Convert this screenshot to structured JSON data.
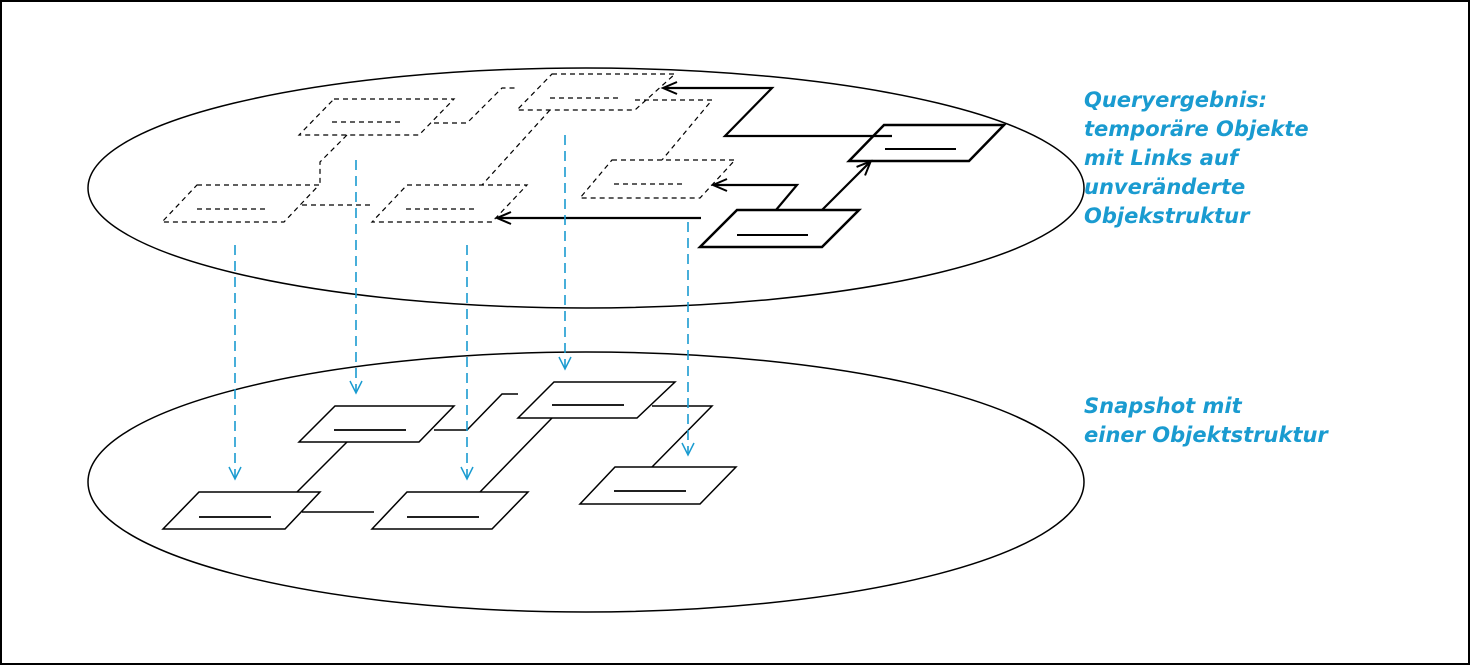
{
  "labels": {
    "query_result": [
      "Queryergebnis:",
      "temporäre Objekte",
      "mit Links auf",
      "unveränderte",
      "Objekstruktur"
    ],
    "snapshot": [
      "Snapshot mit",
      "einer Objektstruktur"
    ]
  },
  "colors": {
    "label": "#1a9bd0",
    "mapping_arrow": "#1a9bd0",
    "line": "#000000",
    "frame": "#000000"
  }
}
